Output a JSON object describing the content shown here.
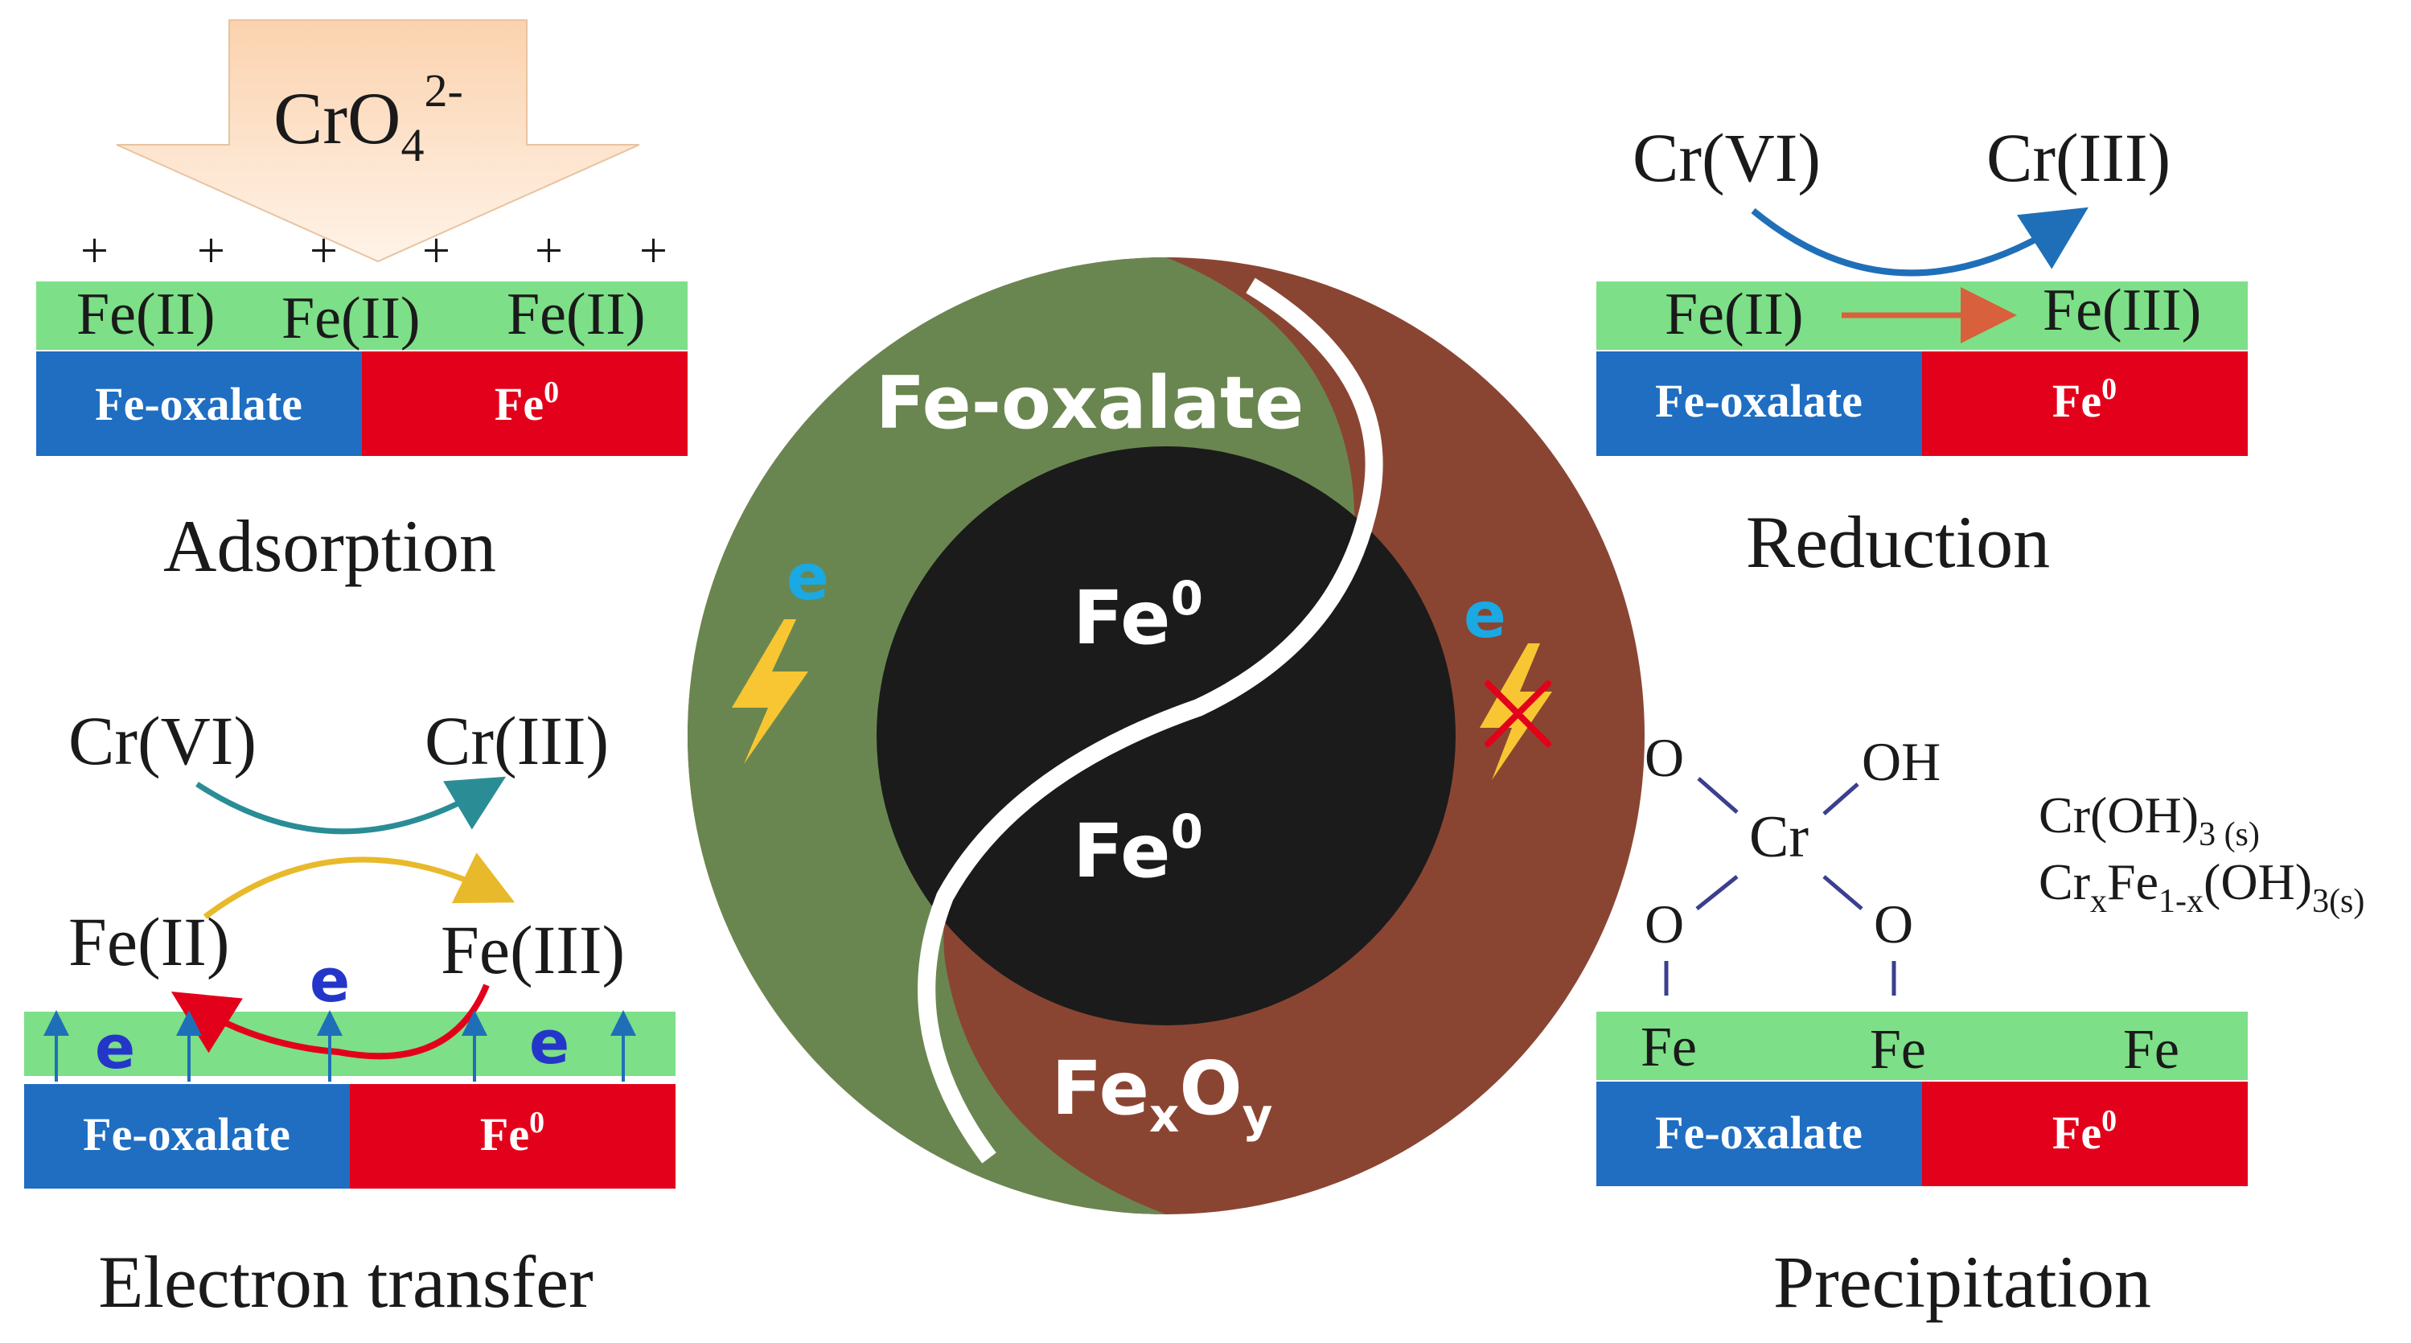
{
  "colors": {
    "green_layer": "#7ddf87",
    "blue_layer": "#1f6ec2",
    "red_layer": "#e3001b",
    "olive": "#6a8650",
    "brown": "#8a4532",
    "black_core": "#1b1b1b",
    "arrow_peach": "#fcd9bc",
    "e_cyan": "#1aa9e3",
    "e_blue": "#2436c9",
    "bolt_yellow": "#f7c632"
  },
  "adsorption": {
    "ion_base": "CrO",
    "ion_sub": "4",
    "ion_sup": "2-",
    "plus_signs": [
      "+",
      "+",
      "+",
      "+",
      "+",
      "+"
    ],
    "fe_labels": [
      "Fe(II)",
      "Fe(II)",
      "Fe(II)"
    ],
    "layer_left": "Fe-oxalate",
    "layer_right_base": "Fe",
    "layer_right_sup": "0",
    "caption": "Adsorption"
  },
  "reduction": {
    "cr_from": "Cr(VI)",
    "cr_to": "Cr(III)",
    "fe_from": "Fe(II)",
    "fe_to": "Fe(III)",
    "layer_left": "Fe-oxalate",
    "layer_right_base": "Fe",
    "layer_right_sup": "0",
    "caption": "Reduction"
  },
  "electron_transfer": {
    "cr_from": "Cr(VI)",
    "cr_to": "Cr(III)",
    "fe_from": "Fe(II)",
    "fe_to": "Fe(III)",
    "electron": "e",
    "layer_left": "Fe-oxalate",
    "layer_right_base": "Fe",
    "layer_right_sup": "0",
    "caption": "Electron transfer"
  },
  "precipitation": {
    "o_top_left": "O",
    "oh_top_right": "OH",
    "cr_center": "Cr",
    "o_bottom_left": "O",
    "o_bottom_right": "O",
    "fe_labels": [
      "Fe",
      "Fe",
      "Fe"
    ],
    "product1_base": "Cr(OH)",
    "product1_sub": "3 (s)",
    "product2_a": "Cr",
    "product2_sub1": "x",
    "product2_b": "Fe",
    "product2_sub2": "1-x",
    "product2_c": "(OH)",
    "product2_sub3": "3(s)",
    "layer_left": "Fe-oxalate",
    "layer_right_base": "Fe",
    "layer_right_sup": "0",
    "caption": "Precipitation"
  },
  "center": {
    "outer_left_label": "Fe-oxalate",
    "core_top_base": "Fe",
    "core_top_sup": "0",
    "core_bottom_base": "Fe",
    "core_bottom_sup": "0",
    "outer_right_base": "Fe",
    "outer_right_sub1": "x",
    "outer_right_mid": "O",
    "outer_right_sub2": "y",
    "electron_left": "e",
    "electron_right": "e"
  }
}
